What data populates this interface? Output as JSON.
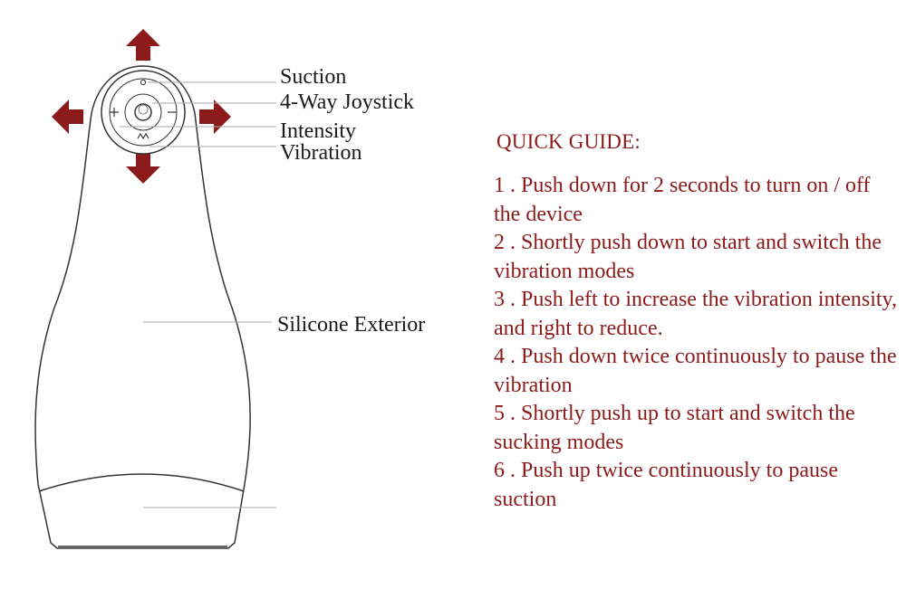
{
  "labels": {
    "suction": "Suction",
    "joystick": "4-Way Joystick",
    "intensity": "Intensity",
    "vibration": "Vibration",
    "exterior": "Silicone Exterior"
  },
  "guide": {
    "title": "QUICK GUIDE:",
    "steps": [
      "1 . Push down for 2 seconds to turn on / off the device",
      "2 . Shortly push down to start and switch the vibration modes",
      "3 . Push left to increase the vibration intensity, and right to reduce.",
      "4 . Push down twice continuously to pause the vibration",
      "5 . Shortly push up to start and switch the sucking modes",
      "6 . Push up twice continuously to pause suction"
    ]
  },
  "colors": {
    "accent": "#8b1a1a",
    "outline": "#333333",
    "leader": "#aaaaaa"
  },
  "icons": {
    "arrows": [
      "arrow-up-icon",
      "arrow-down-icon",
      "arrow-left-icon",
      "arrow-right-icon"
    ],
    "joystick_marks": [
      "suction-icon",
      "plus-icon",
      "minus-icon",
      "vibration-icon"
    ]
  }
}
